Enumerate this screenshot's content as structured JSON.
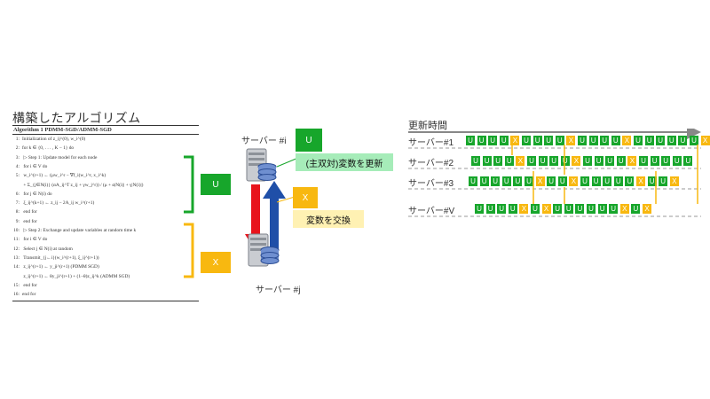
{
  "left": {
    "title": "構築したアルゴリズム",
    "algorithm_header": "Algorithm 1 PDMM-SGD/ADMM-SGD",
    "lines": [
      {
        "n": "1:",
        "t": "Initialization of z_ij^(0), w_i^(0)"
      },
      {
        "n": "2:",
        "t": "for k ∈ {0, . . . , K − 1} do"
      },
      {
        "n": "3:",
        "t": "    ▷ Step 1: Update model for each node"
      },
      {
        "n": "4:",
        "t": "    for i ∈ V do"
      },
      {
        "n": "5:",
        "t": "        w_i^(r+1) ← (μw_i^r − ∇f_i(w_i^r, x_i^k)"
      },
      {
        "n": "",
        "t": "            + Σ_{j∈N(i)} (αA_ij^T z_ij + γw_j^r)) / (μ + α|N(i)| + γ|N(i)|)"
      },
      {
        "n": "6:",
        "t": "        for j ∈ N(i) do"
      },
      {
        "n": "7:",
        "t": "            ξ_ij^(k+1) ← z_ij − 2A_ij w_i^(r+1)"
      },
      {
        "n": "8:",
        "t": "        end for"
      },
      {
        "n": "9:",
        "t": "    end for"
      },
      {
        "n": "10:",
        "t": "    ▷ Step 2: Exchange and update variables at random time k"
      },
      {
        "n": "11:",
        "t": "    for i ∈ V do"
      },
      {
        "n": "12:",
        "t": "        Select j ∈ N(i) at random"
      },
      {
        "n": "13:",
        "t": "        Transmit_{j←i}(w_i^(r+1), ξ_ij^(r+1))"
      },
      {
        "n": "14:",
        "t": "        z_ij^(r+1) ← y_ji^(r+1)                    (PDMM SGD)"
      },
      {
        "n": "",
        "t": "        z_ij^(r+1) ← θy_ji^(r+1) + (1−θ)z_ij^k   (ADMM SGD)"
      },
      {
        "n": "15:",
        "t": "    end for"
      },
      {
        "n": "16:",
        "t": "end for"
      }
    ],
    "bracket_u": "U",
    "bracket_x": "X"
  },
  "middle": {
    "server_top": "サーバー #i",
    "server_bottom": "サーバー #j",
    "box_u": "U",
    "box_x": "X",
    "legend_u": "(主双対)変数を更新",
    "legend_x": "変数を交換",
    "colors": {
      "red_arrow": "#e8141c",
      "blue_arrow": "#1f4fa8",
      "green": "#17a62b",
      "yellow": "#f8b810"
    }
  },
  "timeline": {
    "title": "更新時間",
    "rows": [
      {
        "label": "サーバー#1",
        "cells": "UUUUXUUUUXUUUUXUUUUUUX"
      },
      {
        "label": "サーバー#2",
        "cells": "UUUUXUUUUXUUUUXUUUUU"
      },
      {
        "label": "サーバー#3",
        "cells": "UUUUUUXUUXUUUUUXUUX"
      },
      {
        "label": "サーバー#V",
        "cells": "UUUUXUXUUUUUUXUX"
      }
    ]
  }
}
